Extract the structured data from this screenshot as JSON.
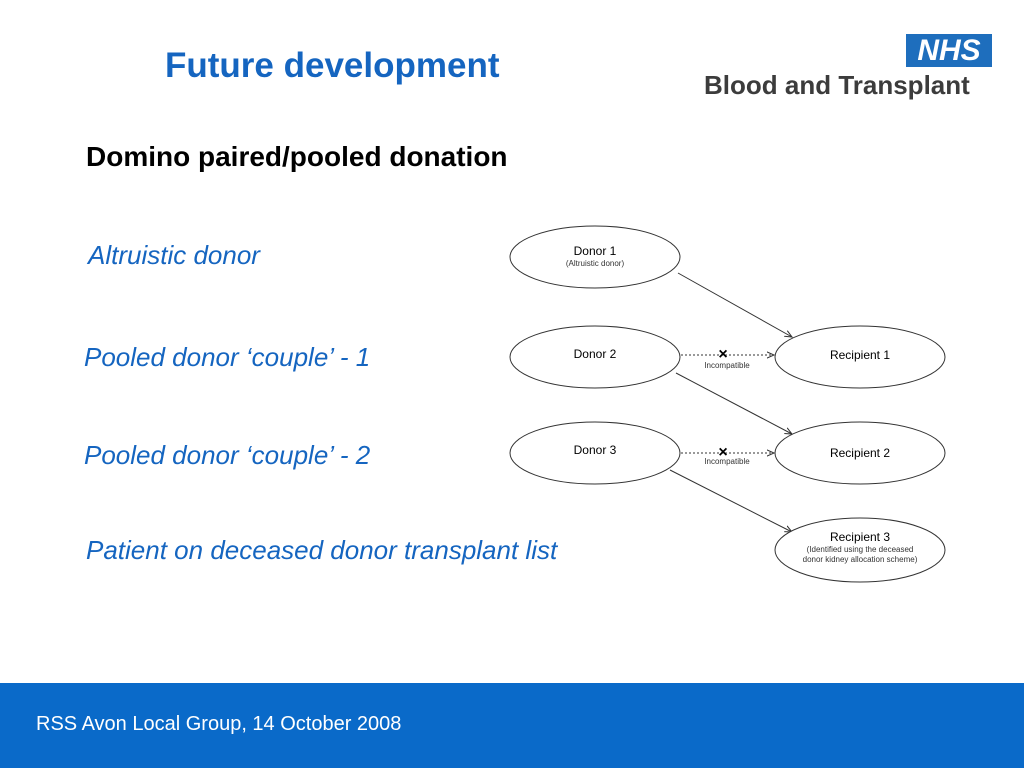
{
  "title": "Future development",
  "logo": {
    "mark": "NHS",
    "name": "Blood and Transplant",
    "brand_color": "#1e6ebd"
  },
  "subtitle": "Domino paired/pooled donation",
  "labels": {
    "altruistic": "Altruistic donor",
    "couple1": "Pooled donor ‘couple’ - 1",
    "couple2": "Pooled donor ‘couple’ - 2",
    "patient": "Patient on deceased donor transplant list"
  },
  "diagram": {
    "nodes": {
      "donor1": {
        "title": "Donor 1",
        "note": "(Altruistic donor)"
      },
      "donor2": {
        "title": "Donor 2"
      },
      "donor3": {
        "title": "Donor 3"
      },
      "recipient1": {
        "title": "Recipient 1"
      },
      "recipient2": {
        "title": "Recipient 2"
      },
      "recipient3": {
        "title": "Recipient 3",
        "note_line1": "(Identified using the deceased",
        "note_line2": "donor kidney allocation scheme)"
      }
    },
    "incompatible_label": "Incompatible",
    "incompatible_mark": "×",
    "edges": [
      {
        "from": "Donor 1",
        "to": "Recipient 1",
        "style": "solid"
      },
      {
        "from": "Donor 2",
        "to": "Recipient 1",
        "style": "dashed",
        "label": "Incompatible"
      },
      {
        "from": "Donor 2",
        "to": "Recipient 2",
        "style": "solid"
      },
      {
        "from": "Donor 3",
        "to": "Recipient 2",
        "style": "dashed",
        "label": "Incompatible"
      },
      {
        "from": "Donor 3",
        "to": "Recipient 3",
        "style": "solid"
      }
    ]
  },
  "footer": {
    "text": "RSS Avon Local Group, 14 October 2008"
  },
  "colors": {
    "accent": "#1565c0",
    "footer_bg": "#0a6ac9"
  }
}
